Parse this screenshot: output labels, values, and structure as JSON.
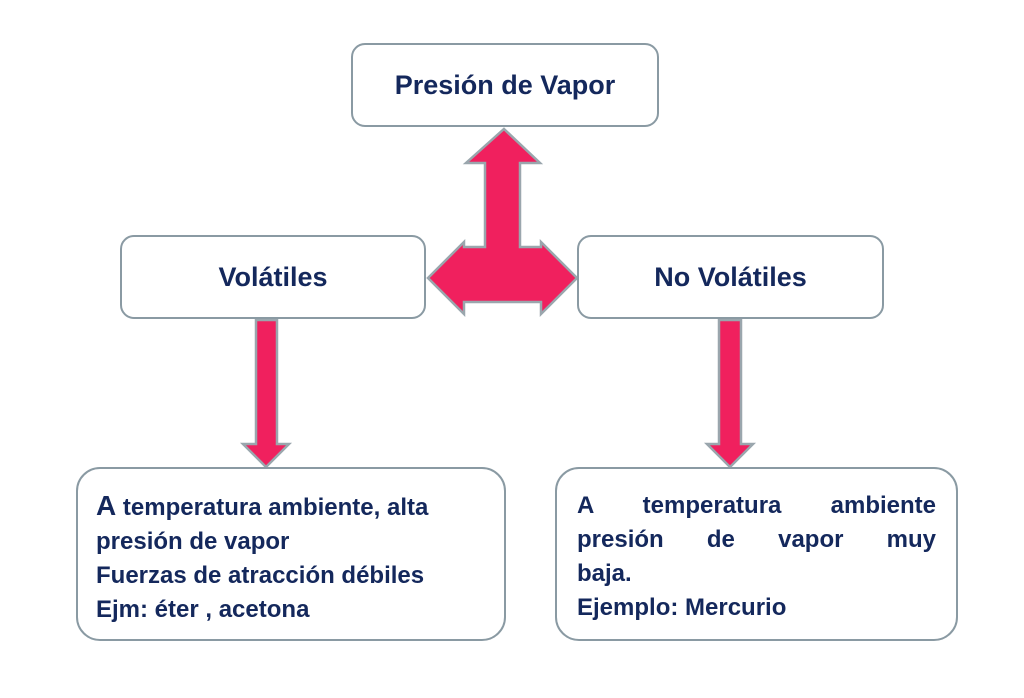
{
  "nodes": {
    "presion": "Presión de Vapor",
    "volatiles": "Volátiles",
    "no_volatiles": "No Volátiles"
  },
  "volatiles_desc": {
    "line1_initial": "A",
    "line1_rest": " temperatura ambiente, alta",
    "line2": "presión de vapor",
    "line3": "Fuerzas de atracción débiles",
    "line4": "Ejm: éter , acetona"
  },
  "no_volatiles_desc": {
    "line1": "A temperatura ambiente",
    "line2": "presión de vapor muy",
    "line3": "baja.",
    "line4": "Ejemplo: Mercurio"
  },
  "colors": {
    "arrow_fill": "#f0205e",
    "arrow_stroke": "#9aa6ad",
    "box_border": "#8a9aa3",
    "text": "#14285c"
  }
}
